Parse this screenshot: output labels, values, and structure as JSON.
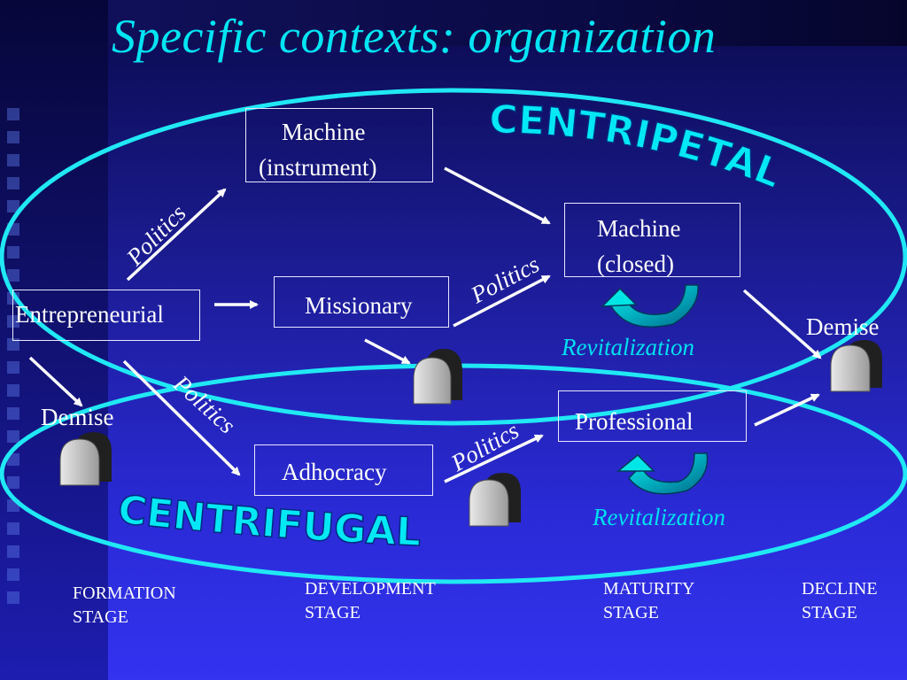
{
  "title": "Specific contexts: organization",
  "boxes": {
    "entrepreneurial": "Entrepreneurial",
    "machine_instrument": [
      "Machine",
      "(instrument)"
    ],
    "missionary": "Missionary",
    "machine_closed": [
      "Machine",
      "(closed)"
    ],
    "professional": "Professional",
    "adhocracy": "Adhocracy"
  },
  "arrow_labels": {
    "politics_1": "Politics",
    "politics_2": "Politics",
    "politics_3": "Politics",
    "politics_4": "Politics"
  },
  "demise_labels": {
    "left": "Demise",
    "right": "Demise"
  },
  "revitalization": {
    "top": "Revitalization",
    "bottom": "Revitalization"
  },
  "forces": {
    "centripetal": "CENTRIPETAL",
    "centrifugal": "CENTRIFUGAL"
  },
  "stages": [
    {
      "line1": "FORMATION",
      "line2": "STAGE"
    },
    {
      "line1": "DEVELOPMENT",
      "line2": "STAGE"
    },
    {
      "line1": "MATURITY",
      "line2": "STAGE"
    },
    {
      "line1": "DECLINE",
      "line2": "STAGE"
    }
  ],
  "icons": [
    "tombstone-icon",
    "cycle-arrow-icon"
  ],
  "colors": {
    "accent": "#00e5f2",
    "ellipse": "#20e8f4",
    "background": "#1a1ab0",
    "text": "#ffffff"
  }
}
